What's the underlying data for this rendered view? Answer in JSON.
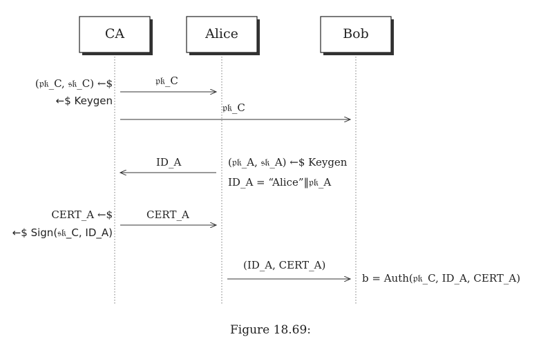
{
  "parties": {
    "ca": "CA",
    "alice": "Alice",
    "bob": "Bob"
  },
  "steps": {
    "ca_keygen_line1": "(𝔭𝔨_C, 𝔰𝔨_C) ←$",
    "ca_keygen_line2": "←$ Keygen",
    "pk_to_alice": "𝔭𝔨_C",
    "pk_to_bob": "𝔭𝔨_C",
    "alice_keygen": "(𝔭𝔨_A, 𝔰𝔨_A) ←$ Keygen",
    "alice_id_def": "ID_A = “Alice”‖𝔭𝔨_A",
    "id_to_ca": "ID_A",
    "ca_cert_line1": "CERT_A ←$",
    "ca_cert_line2": "←$ Sign(𝔰𝔨_C, ID_A)",
    "cert_to_alice": "CERT_A",
    "id_cert_to_bob": "(ID_A, CERT_A)",
    "bob_auth": "b = Auth(𝔭𝔨_C, ID_A, CERT_A)"
  },
  "caption": "Figure 18.69:"
}
